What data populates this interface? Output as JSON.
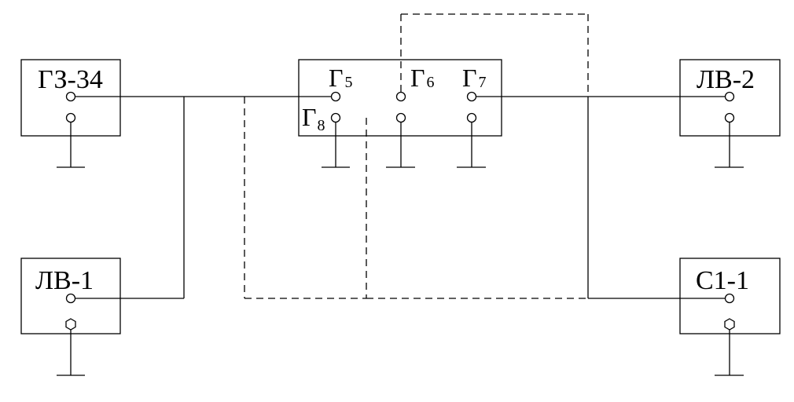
{
  "devices": {
    "generator": {
      "label": "ГЗ-34"
    },
    "voltmeter_1": {
      "label": "ЛВ-1"
    },
    "voltmeter_2": {
      "label": "ЛВ-2"
    },
    "oscilloscope": {
      "label": "С1-1"
    }
  },
  "switch_box": {
    "g5": {
      "main": "Г",
      "sub": "5"
    },
    "g6": {
      "main": "Г",
      "sub": "6"
    },
    "g7": {
      "main": "Г",
      "sub": "7"
    },
    "g8": {
      "main": "Г",
      "sub": "8"
    }
  },
  "colors": {
    "line": "#000000",
    "background": "#ffffff"
  }
}
